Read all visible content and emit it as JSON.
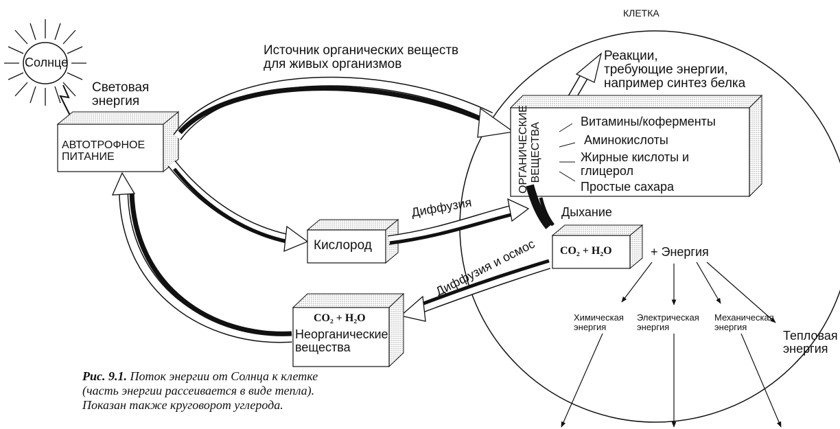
{
  "sun": {
    "label": "Солнце"
  },
  "light_energy": {
    "line1": "Световая",
    "line2": "энергия"
  },
  "autotrophic": {
    "line1": "АВТОТРОФНОЕ",
    "line2": "ПИТАНИЕ"
  },
  "source": {
    "line1": "Источник органических веществ",
    "line2": "для живых организмов"
  },
  "cell": {
    "title": "КЛЕТКА"
  },
  "reactions": {
    "line1": "Реакции,",
    "line2": "требующие энергии,",
    "line3": "например синтез белка"
  },
  "organic": {
    "vertical_line1": "ОРГАНИЧЕСКИЕ",
    "vertical_line2": "ВЕЩЕСТВА",
    "items": [
      "Витамины/коферменты",
      "Аминокислоты",
      "Жирные кислоты и",
      "глицерол",
      "Простые сахара"
    ]
  },
  "respiration": "Дыхание",
  "diffusion": "Диффузия",
  "oxygen": "Кислород",
  "diffusion_osmosis": "Диффузия и осмос",
  "co2_cell": "CO₂ + H₂O",
  "plus_energy": "+ Энергия",
  "inorganic": {
    "formula": "CO₂ + H₂O",
    "line1": "Неорганические",
    "line2": "вещества"
  },
  "energy_types": {
    "chemical": {
      "line1": "Химическая",
      "line2": "энергия"
    },
    "electrical": {
      "line1": "Электрическая",
      "line2": "энергия"
    },
    "mechanical": {
      "line1": "Механическая",
      "line2": "энергия"
    },
    "thermal": {
      "line1": "Тепловая",
      "line2": "энергия"
    }
  },
  "caption": {
    "label": "Рис. 9.1.",
    "text": "Поток энергии от Солнца к клетке (часть энергии рассеивается в виде тепла). Показан также круговорот углерода."
  }
}
